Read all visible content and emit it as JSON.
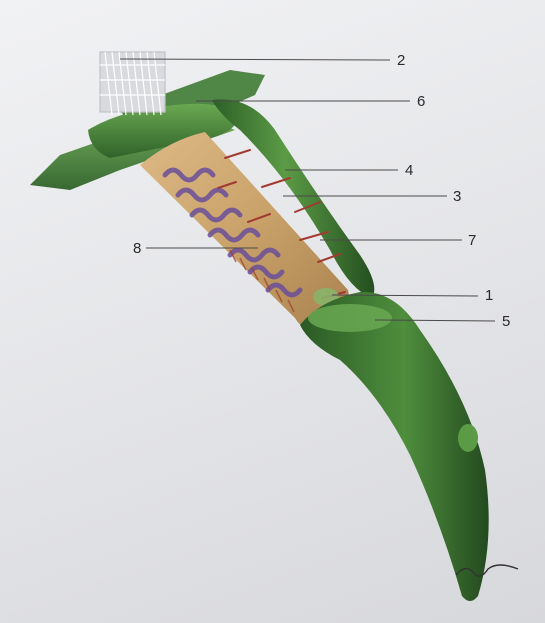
{
  "labels": [
    {
      "id": "label-2",
      "text": "2"
    },
    {
      "id": "label-6",
      "text": "6"
    },
    {
      "id": "label-4",
      "text": "4"
    },
    {
      "id": "label-3",
      "text": "3"
    },
    {
      "id": "label-7",
      "text": "7"
    },
    {
      "id": "label-8",
      "text": "8"
    },
    {
      "id": "label-1",
      "text": "1"
    },
    {
      "id": "label-5",
      "text": "5"
    }
  ],
  "colors": {
    "sheath_green": "#3f7a33",
    "sheath_highlight": "#6fae55",
    "sheath_shadow": "#1f4a1c",
    "core_tan": "#c9a26a",
    "band_purple": "#6b4f9a",
    "dot_red": "#a33a32",
    "leader_line": "#4a4a4a",
    "background": "#e9eaec"
  },
  "icons": [
    "rootlets-icon",
    "signature-icon"
  ]
}
